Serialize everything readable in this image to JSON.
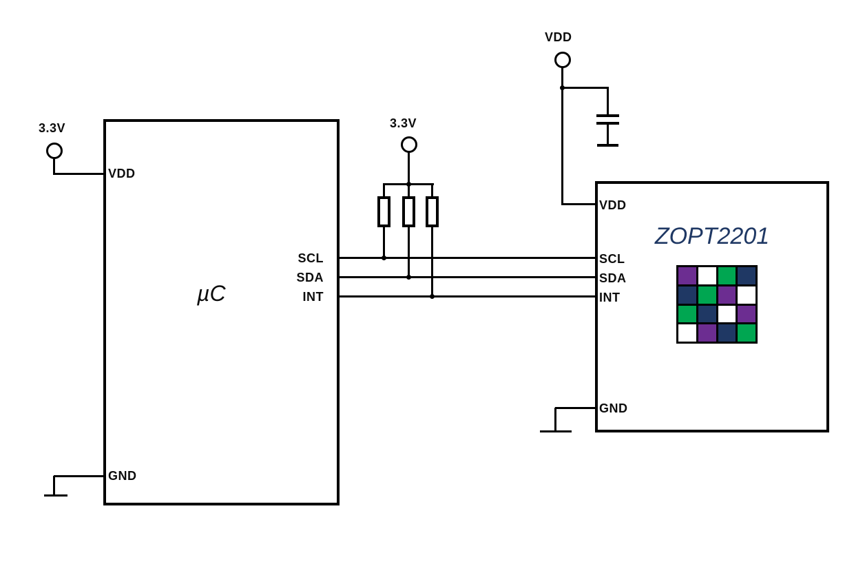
{
  "mcu_box": {
    "title": "µC",
    "pins": {
      "vdd": "VDD",
      "gnd": "GND",
      "scl": "SCL",
      "sda": "SDA",
      "int": "INT"
    }
  },
  "sensor_box": {
    "title": "ZOPT2201",
    "pins": {
      "vdd": "VDD",
      "gnd": "GND",
      "scl": "SCL",
      "sda": "SDA",
      "int": "INT"
    },
    "logo": {
      "rows": 4,
      "cols": 4,
      "cells": [
        [
          "#6C2D91",
          "#FFFFFF",
          "#00A651",
          "#1F3864"
        ],
        [
          "#1F3864",
          "#00A651",
          "#6C2D91",
          "#FFFFFF"
        ],
        [
          "#00A651",
          "#1F3864",
          "#FFFFFF",
          "#6C2D91"
        ],
        [
          "#FFFFFF",
          "#6C2D91",
          "#1F3864",
          "#00A651"
        ]
      ]
    }
  },
  "rails": {
    "mcu_supply_label": "3.3V",
    "pullup_supply_label": "3.3V",
    "sensor_supply_label": "VDD"
  },
  "colors": {
    "wire": "#000000",
    "pin_label": "#0d0d0d",
    "sensor_title": "#1f3864",
    "logo_purple": "#6C2D91",
    "logo_green": "#00A651",
    "logo_navy": "#1F3864",
    "logo_white": "#FFFFFF"
  }
}
